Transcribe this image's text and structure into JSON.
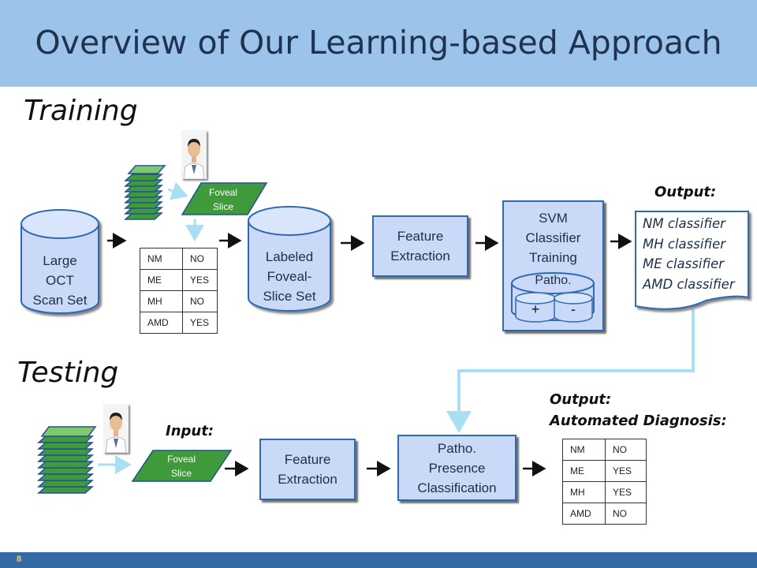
{
  "title": "Overview of Our Learning-based Approach",
  "training": {
    "heading": "Training",
    "large_oct": "Large OCT Scan Set",
    "large_oct_lines": [
      "Large",
      "OCT",
      "Scan Set"
    ],
    "foveal_slice": [
      "Foveal",
      "Slice"
    ],
    "labels_table": [
      [
        "NM",
        "NO"
      ],
      [
        "ME",
        "YES"
      ],
      [
        "MH",
        "NO"
      ],
      [
        "AMD",
        "YES"
      ]
    ],
    "labeled_set_lines": [
      "Labeled",
      "Foveal-",
      "Slice Set"
    ],
    "feature_extraction_lines": [
      "Feature",
      "Extraction"
    ],
    "svm_lines": [
      "SVM",
      "Classifier",
      "Training"
    ],
    "patho_label": "Patho.",
    "plus": "+",
    "minus": "-",
    "output_label": "Output:",
    "output_items": [
      "NM classifier",
      "MH classifier",
      "ME classifier",
      "AMD classifier"
    ]
  },
  "testing": {
    "heading": "Testing",
    "input_label": "Input:",
    "foveal_slice": [
      "Foveal",
      "Slice"
    ],
    "feature_extraction_lines": [
      "Feature",
      "Extraction"
    ],
    "patho_lines": [
      "Patho.",
      "Presence",
      "Classification"
    ],
    "output_label_lines": [
      "Output:",
      "Automated Diagnosis:"
    ],
    "results_table": [
      [
        "NM",
        "NO"
      ],
      [
        "ME",
        "YES"
      ],
      [
        "MH",
        "YES"
      ],
      [
        "AMD",
        "NO"
      ]
    ]
  },
  "page_number": "8",
  "colors": {
    "title_bar": "#9cc3ea",
    "box_fill": "#c9d9f7",
    "box_border": "#2e6bb3",
    "slice_green": "#3f9a3b",
    "connector_cyan": "#a8dff3",
    "footer": "#356aa6",
    "page_number": "#ffd23c"
  },
  "icons": [
    "person-photo-icon",
    "slice-stack-icon",
    "arrow-right-icon",
    "cylinder-icon",
    "document-icon"
  ]
}
